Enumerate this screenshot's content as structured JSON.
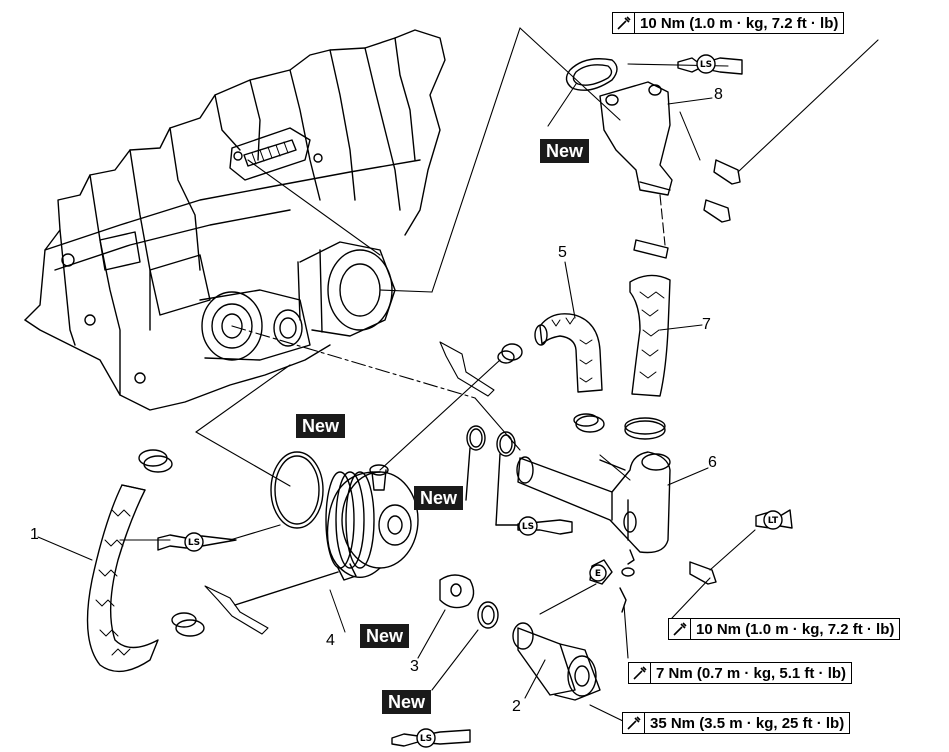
{
  "torque_specs": [
    {
      "id": "t1",
      "text": "10 Nm (1.0 m · kg, 7.2 ft · lb)"
    },
    {
      "id": "t2",
      "text": "10 Nm (1.0 m · kg, 7.2 ft · lb)"
    },
    {
      "id": "t3",
      "text": "7 Nm (0.7 m · kg, 5.1 ft · lb)"
    },
    {
      "id": "t4",
      "text": "35 Nm (3.5 m · kg, 25 ft · lb)"
    }
  ],
  "new_tags": [
    "New",
    "New",
    "New",
    "New",
    "New"
  ],
  "part_numbers": [
    "1",
    "2",
    "3",
    "4",
    "5",
    "6",
    "7",
    "8"
  ],
  "lubricant_symbols": {
    "ls": "LS",
    "lt": "LT",
    "e": "E"
  },
  "colors": {
    "ink": "#000000",
    "tag_bg": "#1a1a1a",
    "tag_text": "#ffffff"
  }
}
